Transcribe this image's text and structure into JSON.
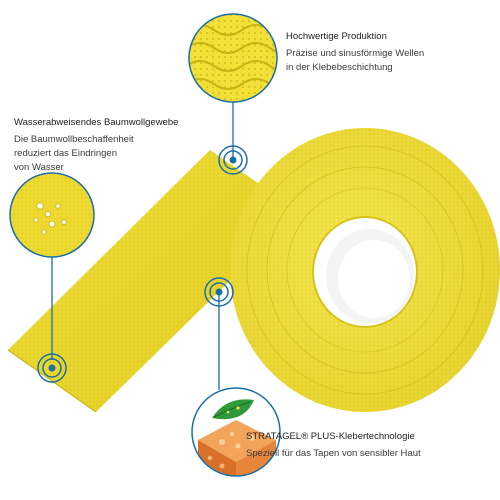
{
  "callouts": [
    {
      "title": "Hochwertige Produktion",
      "body": "Präzise und sinusförmige Wellen\nin der Klebebeschichtung"
    },
    {
      "title": "Wasserabweisendes Baumwollgewebe",
      "body": "Die Baumwollbeschaffenheit\nreduziert das Eindringen\nvon Wasser"
    },
    {
      "title": "STRATAGEL® PLUS-Klebertechnologie",
      "body": "Speziell für das Tapen von sensibler Haut"
    }
  ],
  "colors": {
    "tape": "#f4e53a",
    "tape_shadow": "#d8c51e",
    "accent": "#1a6fa6",
    "leaf": "#2e9a3a",
    "foam": "#f08a3c"
  },
  "icons": [
    "target-marker-icon",
    "water-droplets-icon",
    "leaf-icon"
  ]
}
